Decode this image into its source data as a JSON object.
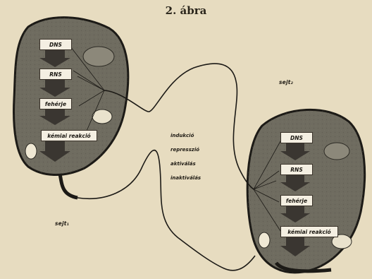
{
  "title": "2. ábra",
  "cell1": {
    "label": "sejt₁",
    "boxes": [
      "DNS",
      "RNS",
      "fehérje",
      "kémiai reakció"
    ]
  },
  "cell2": {
    "label": "sejt₂",
    "boxes": [
      "DNS",
      "RNS",
      "fehérje",
      "kémiai reakció"
    ]
  },
  "regulation": [
    "indukció",
    "represszió",
    "aktiválás",
    "inaktiválás"
  ],
  "colors": {
    "paper": "#e7dcc0",
    "cell_fill": "#6f6c60",
    "cell_edge": "#1c1a16",
    "box_fill": "#f4efe2",
    "arrow": "#3a3631"
  }
}
